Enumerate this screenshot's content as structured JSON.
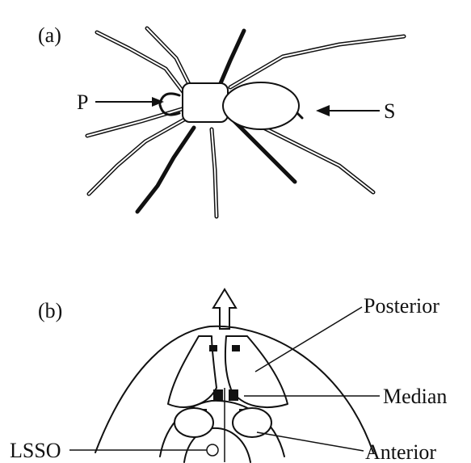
{
  "panel_a": {
    "panel_label": "(a)",
    "label_p": "P",
    "label_s": "S"
  },
  "panel_b": {
    "panel_label": "(b)",
    "label_posterior": "Posterior",
    "label_median": "Median",
    "label_lsso": "LSSO",
    "label_anterior": "Anterior"
  }
}
